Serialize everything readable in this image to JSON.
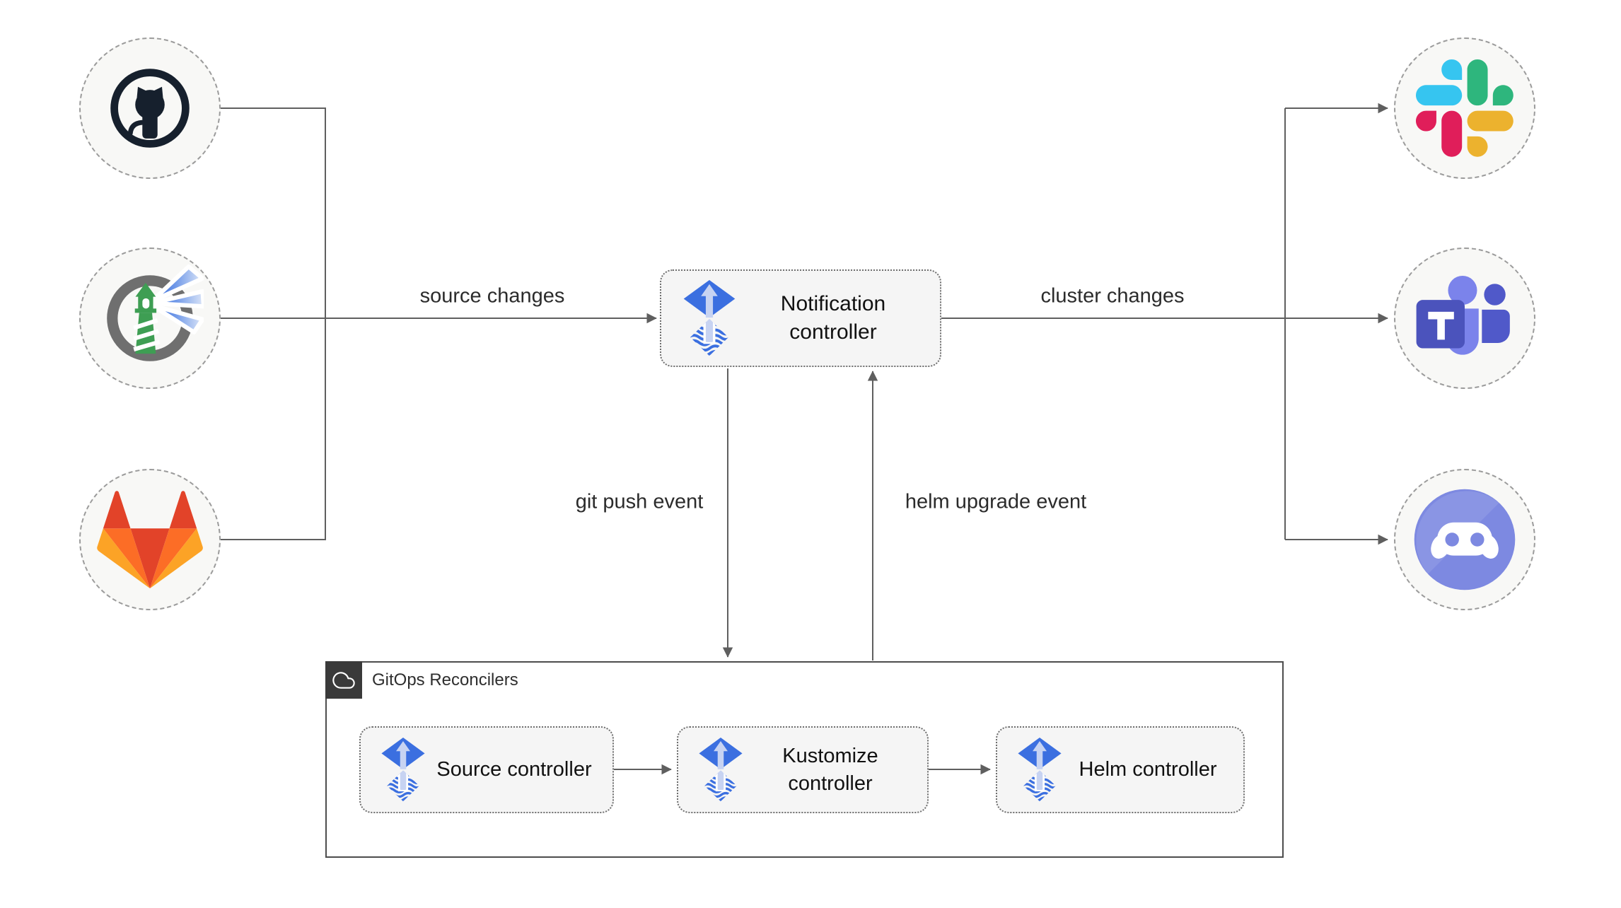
{
  "nodes": {
    "notification": {
      "label": "Notification controller",
      "icon": "flux-icon"
    },
    "sources": [
      {
        "icon": "github-icon"
      },
      {
        "icon": "harbor-icon"
      },
      {
        "icon": "gitlab-icon"
      }
    ],
    "alert_targets": [
      {
        "icon": "slack-icon"
      },
      {
        "icon": "teams-icon"
      },
      {
        "icon": "discord-icon"
      }
    ]
  },
  "reconcilers": {
    "title": "GitOps Reconcilers",
    "header_icon": "cloud-icon",
    "items": [
      {
        "label": "Source controller",
        "icon": "flux-icon"
      },
      {
        "label": "Kustomize controller",
        "icon": "flux-icon"
      },
      {
        "label": "Helm controller",
        "icon": "flux-icon"
      }
    ]
  },
  "edges": {
    "source_changes": "source changes",
    "cluster_changes": "cluster changes",
    "git_push": "git push event",
    "helm_upgrade": "helm upgrade event"
  },
  "colors": {
    "flux_blue": "#3B6FE0",
    "flux_arrow_light": "#C7D3F2",
    "edge_gray": "#5F5F5F",
    "node_fill": "#F5F5F5",
    "circle_fill": "#F8F8F6",
    "container_header": "#3A3A3A",
    "github_dark": "#16202D",
    "harbor_green": "#3E9E53",
    "gitlab": [
      "#E24329",
      "#FC6D26",
      "#FCA326"
    ],
    "slack": [
      "#36C5F0",
      "#2EB67D",
      "#ECB22E",
      "#E01E5A"
    ],
    "teams": [
      "#4B53BC",
      "#7B83EB",
      "#5059C9"
    ],
    "discord_blurple": "#7D89E1"
  }
}
